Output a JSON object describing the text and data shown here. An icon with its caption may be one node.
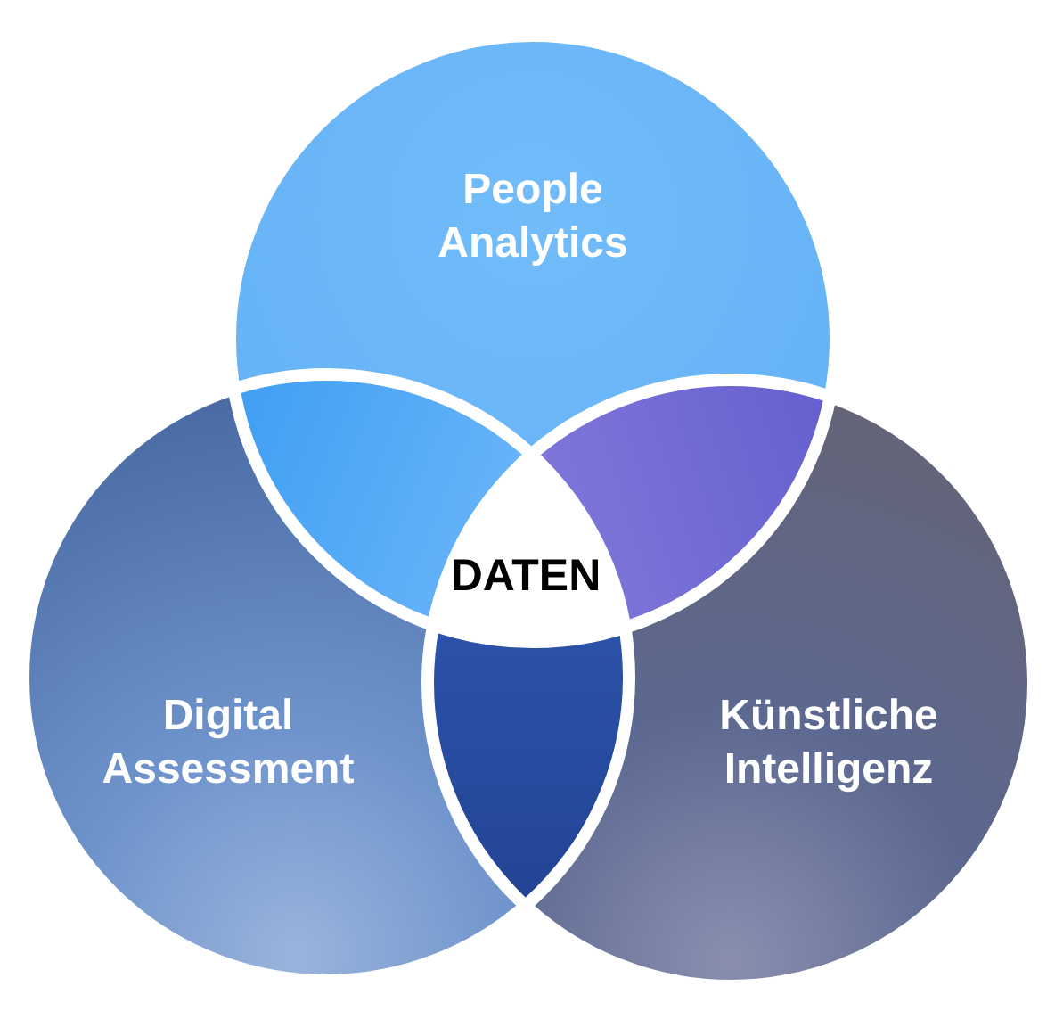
{
  "diagram": {
    "nodes": [
      {
        "text": [
          "People Analytics"
        ]
      },
      {
        "text": [
          "Digital Assessment"
        ]
      },
      {
        "text": [
          "Künstliche Intelligenz"
        ]
      },
      {
        "text": [
          "DATEN"
        ]
      }
    ]
  }
}
